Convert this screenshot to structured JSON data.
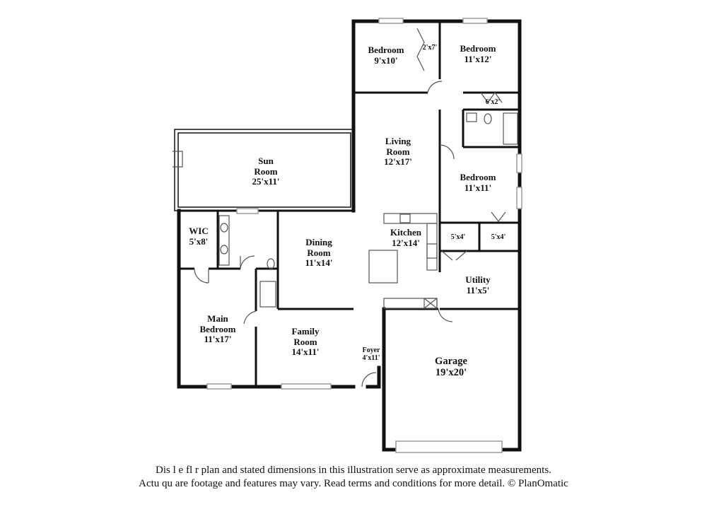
{
  "rooms": {
    "bedroom_a": {
      "name": "Bedroom",
      "dims": "9'x10'"
    },
    "bedroom_b": {
      "name": "Bedroom",
      "dims": "11'x12'"
    },
    "closet_top": {
      "dims": "2'x7'"
    },
    "closet_6x2": {
      "dims": "6'x2'"
    },
    "living": {
      "name": "Living Room",
      "name_l1": "Living",
      "name_l2": "Room",
      "dims": "12'x17'"
    },
    "sun": {
      "name_l1": "Sun",
      "name_l2": "Room",
      "dims": "25'x11'"
    },
    "bedroom_c": {
      "name": "Bedroom",
      "dims": "11'x11'"
    },
    "wic": {
      "name": "WIC",
      "dims": "5'x8'"
    },
    "dining": {
      "name_l1": "Dining",
      "name_l2": "Room",
      "dims": "11'x14'"
    },
    "kitchen": {
      "name": "Kitchen",
      "dims": "12'x14'"
    },
    "closet_5x4_a": {
      "dims": "5'x4'"
    },
    "closet_5x4_b": {
      "dims": "5'x4'"
    },
    "utility": {
      "name": "Utility",
      "dims": "11'x5'"
    },
    "main_bedroom": {
      "name_l1": "Main",
      "name_l2": "Bedroom",
      "dims": "11'x17'"
    },
    "family": {
      "name_l1": "Family",
      "name_l2": "Room",
      "dims": "14'x11'"
    },
    "foyer": {
      "name": "Foyer",
      "dims": "4'x11'"
    },
    "garage": {
      "name": "Garage",
      "dims": "19'x20'"
    }
  },
  "disclaimer": {
    "line1": "Dis                l  e fl    r plan and stated dimensions in this illustration serve as approximate measurements.",
    "line2": "Actu    qu are footage and features may vary. Read terms and conditions for more detail. © PlanOmatic"
  },
  "colors": {
    "wall": "#111111",
    "fixture": "#555555",
    "window": "#9a9a9a"
  }
}
